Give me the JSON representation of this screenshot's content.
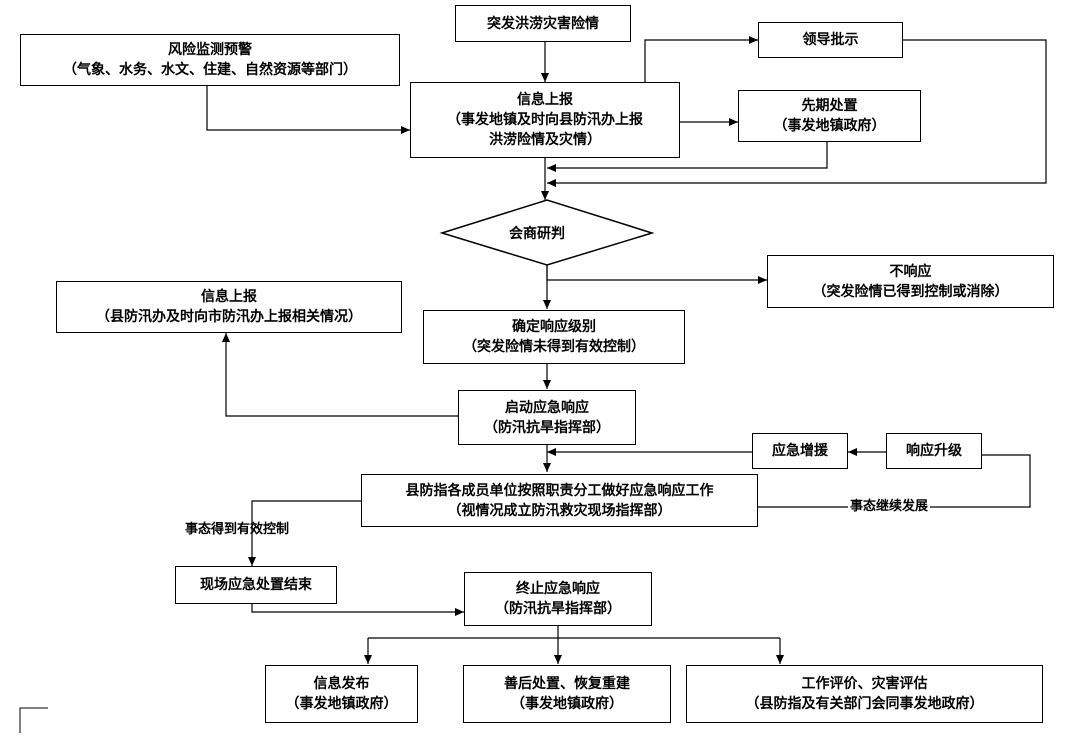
{
  "nodes": {
    "incident": {
      "line1": "突发洪涝灾害险情"
    },
    "risk_warning": {
      "line1": "风险监测预警",
      "line2": "（气象、水务、水文、住建、自然资源等部门）"
    },
    "leader": {
      "line1": "领导批示"
    },
    "info_report_1": {
      "line1": "信息上报",
      "line2": "（事发地镇及时向县防汛办上报",
      "line3": "洪涝险情及灾情）"
    },
    "early_handling": {
      "line1": "先期处置",
      "line2": "（事发地镇政府）"
    },
    "consult": {
      "line1": "会商研判"
    },
    "no_response": {
      "line1": "不响应",
      "line2": "（突发险情已得到控制或消除）"
    },
    "info_report_2": {
      "line1": "信息上报",
      "line2": "（县防汛办及时向市防汛办上报相关情况）"
    },
    "determine_level": {
      "line1": "确定响应级别",
      "line2": "（突发险情未得到有效控制）"
    },
    "start_response": {
      "line1": "启动应急响应",
      "line2": "（防汛抗旱指挥部）"
    },
    "reinforce": {
      "line1": "应急增援"
    },
    "upgrade": {
      "line1": "响应升级"
    },
    "member_units": {
      "line1": "县防指各成员单位按照职责分工做好应急响应工作",
      "line2": "（视情况成立防汛救灾现场指挥部）"
    },
    "onsite_end": {
      "line1": "现场应急处置结束"
    },
    "terminate": {
      "line1": "终止应急响应",
      "line2": "（防汛抗旱指挥部）"
    },
    "info_publish": {
      "line1": "信息发布",
      "line2": "（事发地镇政府）"
    },
    "recovery": {
      "line1": "善后处置、恢复重建",
      "line2": "（事发地镇政府）"
    },
    "evaluation": {
      "line1": "工作评价、灾害评估",
      "line2": "（县防指及有关部门会同事发地政府）"
    }
  },
  "edge_labels": {
    "controlled": "事态得到有效控制",
    "escalating": "事态继续发展"
  }
}
